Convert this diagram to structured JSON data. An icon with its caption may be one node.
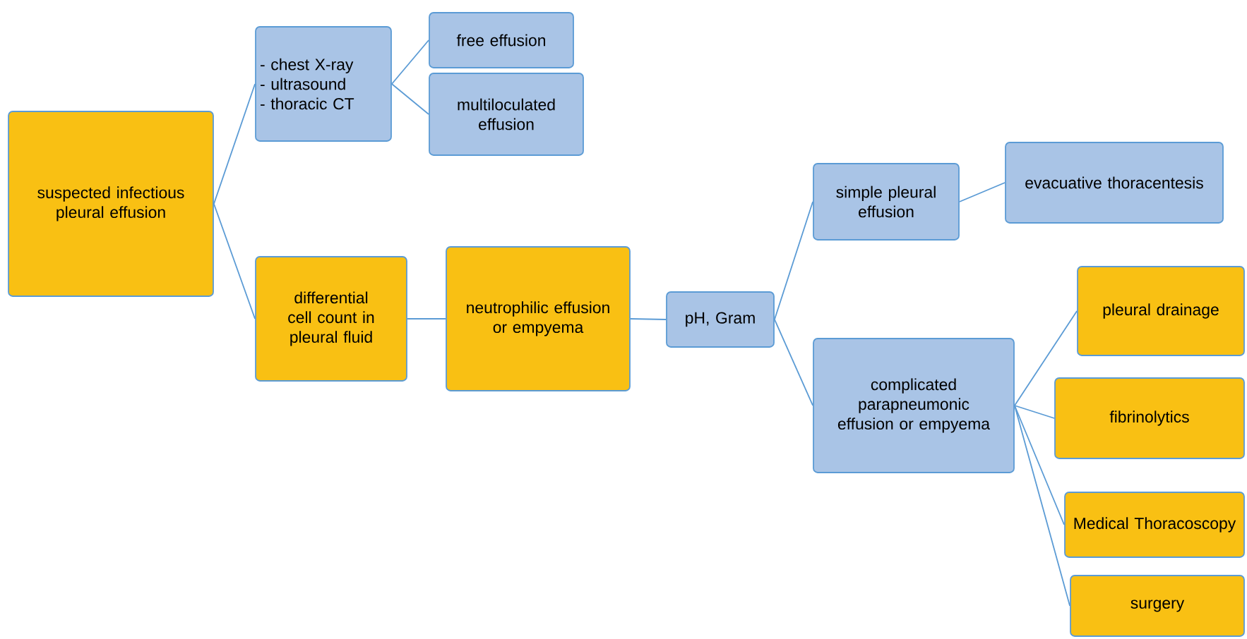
{
  "diagram": {
    "nodes": [
      {
        "text": [
          "suspected infectious pleural effusion"
        ]
      },
      {
        "text": [
          "- chest X-ray",
          "- ultrasound",
          "- thoracic CT"
        ]
      },
      {
        "text": [
          "free effusion"
        ]
      },
      {
        "text": [
          "multiloculated effusion"
        ]
      },
      {
        "text": [
          "differential cell count in pleural fluid"
        ]
      },
      {
        "text": [
          "neutrophilic effusion or empyema"
        ]
      },
      {
        "text": [
          "pH, Gram"
        ]
      },
      {
        "text": [
          "simple pleural effusion"
        ]
      },
      {
        "text": [
          "evacuative thoracentesis"
        ]
      },
      {
        "text": [
          "complicated parapneumonic effusion or empyema"
        ]
      },
      {
        "text": [
          "pleural drainage"
        ]
      },
      {
        "text": [
          "fibrinolytics"
        ]
      },
      {
        "text": [
          "Medical Thoracoscopy"
        ]
      },
      {
        "text": [
          "surgery"
        ]
      }
    ],
    "edges": [
      {
        "from": 0,
        "to": 1,
        "arrow": "none"
      },
      {
        "from": 0,
        "to": 4,
        "arrow": "none"
      },
      {
        "from": 1,
        "to": 2,
        "arrow": "none"
      },
      {
        "from": 1,
        "to": 3,
        "arrow": "none"
      },
      {
        "from": 4,
        "to": 5,
        "arrow": "none"
      },
      {
        "from": 5,
        "to": 6,
        "arrow": "none"
      },
      {
        "from": 6,
        "to": 7,
        "arrow": "none"
      },
      {
        "from": 6,
        "to": 9,
        "arrow": "none"
      },
      {
        "from": 7,
        "to": 8,
        "arrow": "none"
      },
      {
        "from": 9,
        "to": 10,
        "arrow": "none"
      },
      {
        "from": 9,
        "to": 11,
        "arrow": "none"
      },
      {
        "from": 9,
        "to": 12,
        "arrow": "none"
      },
      {
        "from": 9,
        "to": 13,
        "arrow": "none"
      }
    ]
  }
}
